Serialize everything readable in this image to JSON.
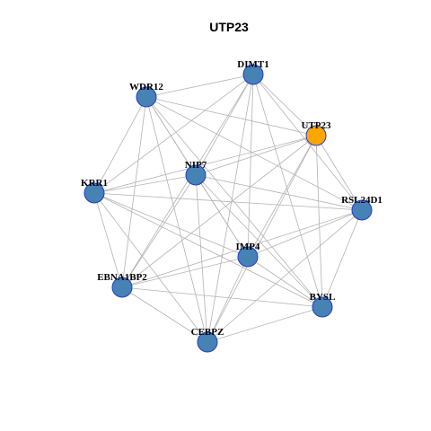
{
  "title": "UTP23",
  "colors": {
    "highlight": "#FFA500",
    "node": "#4682B4",
    "node_border": "#1E3DCC",
    "edge": "#B3B3B3"
  },
  "nodes": [
    {
      "id": "DIMT1",
      "label": "DIMT1",
      "highlight": false
    },
    {
      "id": "WDR12",
      "label": "WDR12",
      "highlight": false
    },
    {
      "id": "UTP23",
      "label": "UTP23",
      "highlight": true
    },
    {
      "id": "NIP7",
      "label": "NIP7",
      "highlight": false
    },
    {
      "id": "KRR1",
      "label": "KRR1",
      "highlight": false
    },
    {
      "id": "RSL24D1",
      "label": "RSL24D1",
      "highlight": false
    },
    {
      "id": "IMP4",
      "label": "IMP4",
      "highlight": false
    },
    {
      "id": "EBNA1BP2",
      "label": "EBNA1BP2",
      "highlight": false
    },
    {
      "id": "BYSL",
      "label": "BYSL",
      "highlight": false
    },
    {
      "id": "CEBPZ",
      "label": "CEBPZ",
      "highlight": false
    }
  ],
  "edges": [
    [
      "DIMT1",
      "WDR12"
    ],
    [
      "DIMT1",
      "UTP23"
    ],
    [
      "DIMT1",
      "NIP7"
    ],
    [
      "DIMT1",
      "KRR1"
    ],
    [
      "DIMT1",
      "RSL24D1"
    ],
    [
      "DIMT1",
      "IMP4"
    ],
    [
      "DIMT1",
      "EBNA1BP2"
    ],
    [
      "DIMT1",
      "BYSL"
    ],
    [
      "DIMT1",
      "CEBPZ"
    ],
    [
      "WDR12",
      "UTP23"
    ],
    [
      "WDR12",
      "NIP7"
    ],
    [
      "WDR12",
      "KRR1"
    ],
    [
      "WDR12",
      "RSL24D1"
    ],
    [
      "WDR12",
      "IMP4"
    ],
    [
      "WDR12",
      "EBNA1BP2"
    ],
    [
      "WDR12",
      "BYSL"
    ],
    [
      "WDR12",
      "CEBPZ"
    ],
    [
      "UTP23",
      "NIP7"
    ],
    [
      "UTP23",
      "KRR1"
    ],
    [
      "UTP23",
      "RSL24D1"
    ],
    [
      "UTP23",
      "IMP4"
    ],
    [
      "UTP23",
      "EBNA1BP2"
    ],
    [
      "UTP23",
      "BYSL"
    ],
    [
      "UTP23",
      "CEBPZ"
    ],
    [
      "NIP7",
      "KRR1"
    ],
    [
      "NIP7",
      "RSL24D1"
    ],
    [
      "NIP7",
      "IMP4"
    ],
    [
      "NIP7",
      "EBNA1BP2"
    ],
    [
      "NIP7",
      "BYSL"
    ],
    [
      "NIP7",
      "CEBPZ"
    ],
    [
      "KRR1",
      "RSL24D1"
    ],
    [
      "KRR1",
      "IMP4"
    ],
    [
      "KRR1",
      "EBNA1BP2"
    ],
    [
      "KRR1",
      "BYSL"
    ],
    [
      "KRR1",
      "CEBPZ"
    ],
    [
      "RSL24D1",
      "IMP4"
    ],
    [
      "RSL24D1",
      "EBNA1BP2"
    ],
    [
      "RSL24D1",
      "BYSL"
    ],
    [
      "RSL24D1",
      "CEBPZ"
    ],
    [
      "IMP4",
      "EBNA1BP2"
    ],
    [
      "IMP4",
      "BYSL"
    ],
    [
      "IMP4",
      "CEBPZ"
    ],
    [
      "EBNA1BP2",
      "BYSL"
    ],
    [
      "EBNA1BP2",
      "CEBPZ"
    ],
    [
      "BYSL",
      "CEBPZ"
    ]
  ]
}
